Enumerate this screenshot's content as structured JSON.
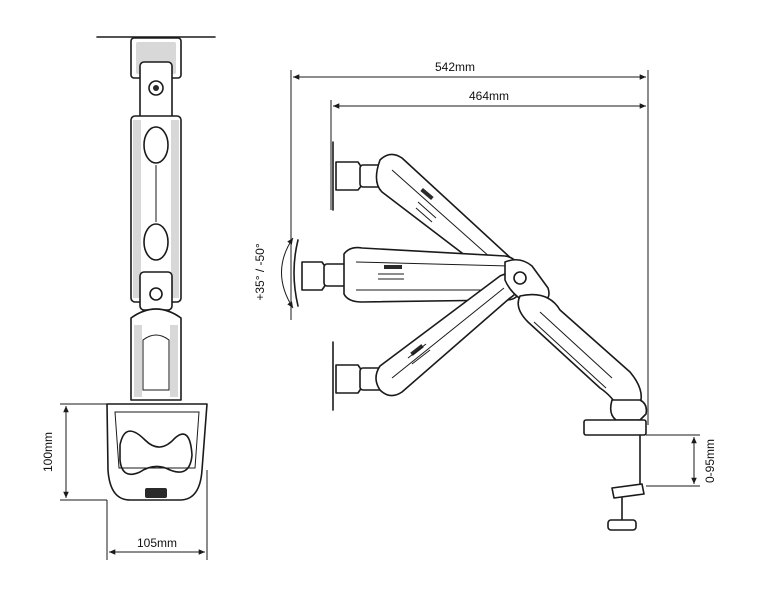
{
  "dimensions": {
    "overall_width": "542mm",
    "arm_width": "464mm",
    "tilt_range": "+35° / -50°",
    "clamp_thickness": "0-95mm",
    "base_height": "100mm",
    "base_width": "105mm"
  },
  "colors": {
    "line": "#1a1a1a",
    "background": "#ffffff"
  }
}
